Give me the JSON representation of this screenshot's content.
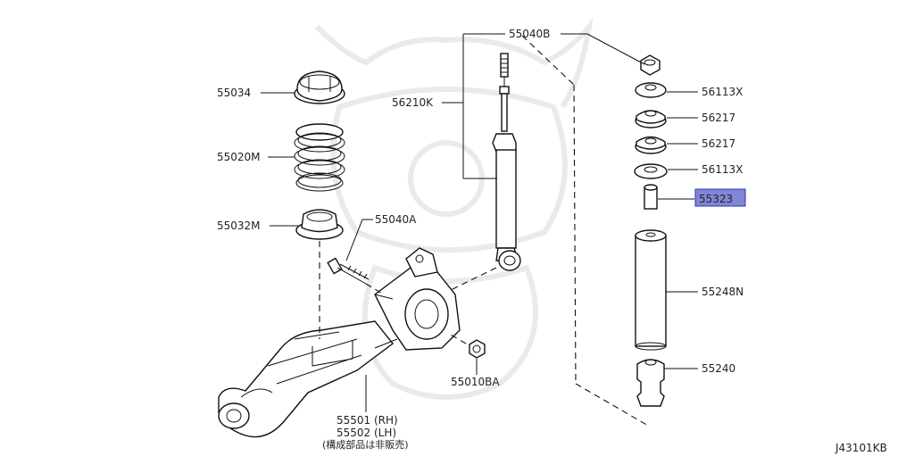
{
  "diagram_code": "J43101KB",
  "highlight_color": "#7f86d6",
  "parts": {
    "p55034": "55034",
    "p55020M": "55020M",
    "p55032M": "55032M",
    "p55040A": "55040A",
    "p56210K": "56210K",
    "p55040B": "55040B",
    "p55010BA": "55010BA",
    "p55501": "55501 (RH)",
    "p55502": "55502 (LH)",
    "note": "(構成部品は非販売)",
    "p56113X_top": "56113X",
    "p56217_a": "56217",
    "p56217_b": "56217",
    "p56113X_bot": "56113X",
    "p55323": "55323",
    "p55248N": "55248N",
    "p55240": "55240"
  }
}
